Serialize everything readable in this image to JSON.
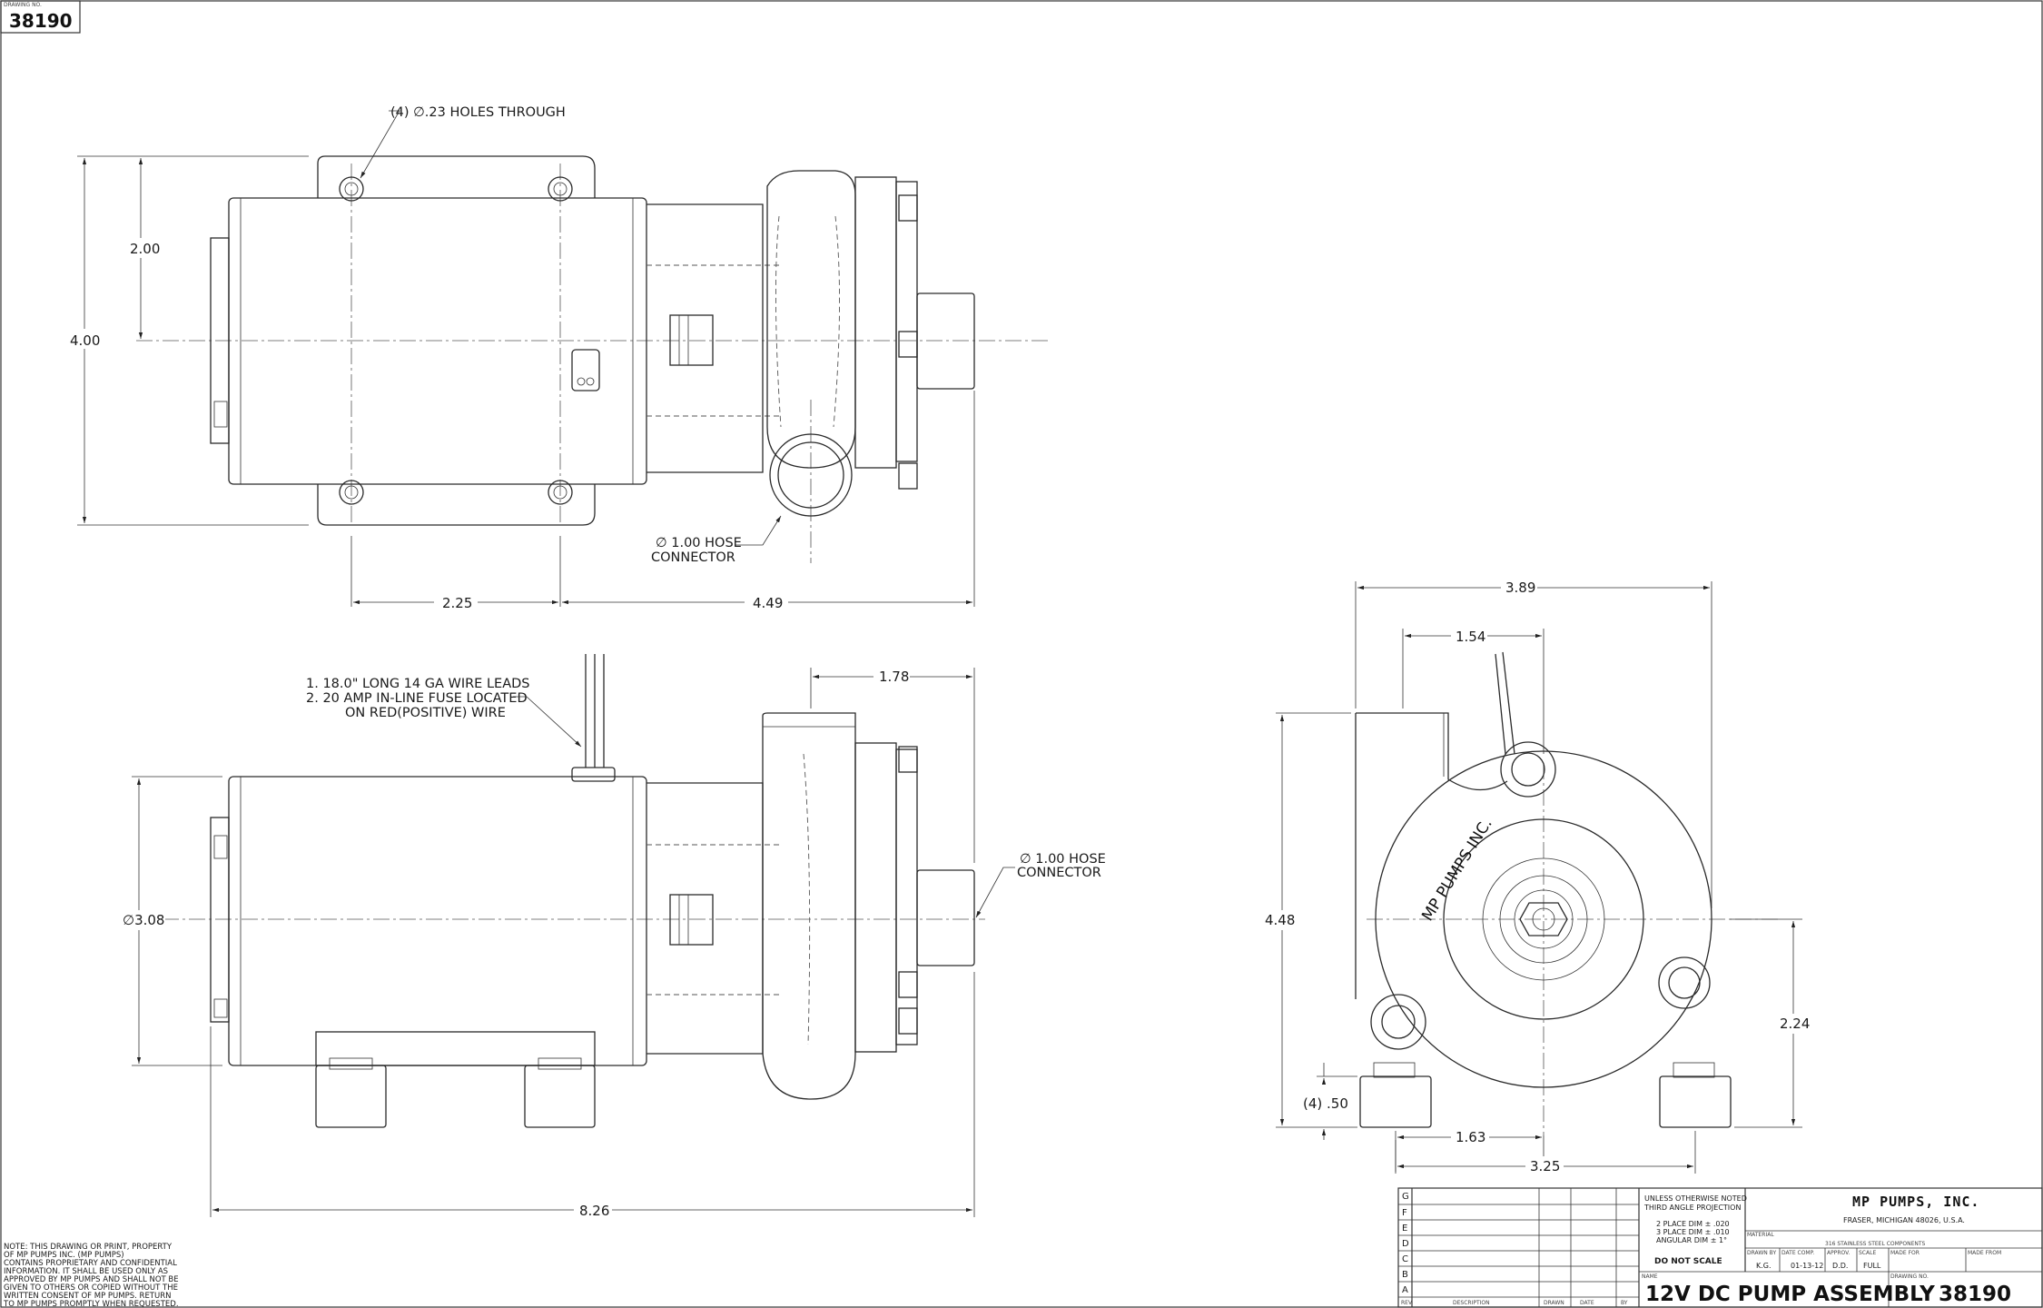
{
  "drawing": {
    "corner_label": "DRAWING NO.",
    "corner_number": "38190",
    "top_view": {
      "holes_note": "(4)  ∅.23 HOLES THROUGH",
      "dim_height_total": "4.00",
      "dim_height_half": "2.00",
      "hose_note_line1": "∅ 1.00 HOSE",
      "hose_note_line2": "CONNECTOR",
      "dim_hole_spacing": "2.25",
      "dim_hole_to_end": "4.49"
    },
    "side_view": {
      "wire_note_line1": "1.  18.0\" LONG 14 GA WIRE LEADS",
      "wire_note_line2": "2.  20 AMP IN-LINE FUSE LOCATED",
      "wire_note_line3": "ON RED(POSITIVE) WIRE",
      "dim_diameter": "∅3.08",
      "dim_outlet": "1.78",
      "hose_note_line1": "∅ 1.00 HOSE",
      "hose_note_line2": "CONNECTOR",
      "dim_overall_length": "8.26"
    },
    "end_view": {
      "dim_width_total": "3.89",
      "dim_outlet_offset": "1.54",
      "dim_height_total": "4.48",
      "dim_center_height": "2.24",
      "dim_foot_height": "(4) .50",
      "dim_center_offset": "1.63",
      "dim_foot_span": "3.25",
      "brand_text": "MP PUMPS INC."
    },
    "note": [
      "NOTE: THIS DRAWING OR PRINT, PROPERTY",
      "OF MP PUMPS INC. (MP PUMPS)",
      "CONTAINS PROPRIETARY AND CONFIDENTIAL",
      "INFORMATION. IT SHALL BE USED ONLY AS",
      "APPROVED BY MP PUMPS AND SHALL NOT BE",
      "GIVEN TO OTHERS OR COPIED WITHOUT THE",
      "WRITTEN CONSENT OF MP PUMPS. RETURN",
      "TO MP PUMPS PROMPTLY WHEN REQUESTED."
    ],
    "title_block": {
      "revision_rows": [
        "G",
        "F",
        "E",
        "D",
        "C",
        "B",
        "A"
      ],
      "rev_headers": [
        "REV",
        "DESCRIPTION",
        "DRAWN",
        "DATE",
        "BY"
      ],
      "tolerance_line1": "UNLESS OTHERWISE NOTED",
      "tolerance_line2": "THIRD ANGLE PROJECTION",
      "tolerance_line3": "2 PLACE DIM ± .020",
      "tolerance_line4": "3 PLACE DIM ± .010",
      "tolerance_line5": "ANGULAR DIM ± 1°",
      "do_not_scale": "DO NOT SCALE",
      "company": "MP PUMPS, INC.",
      "address": "FRASER, MICHIGAN 48026, U.S.A.",
      "material_label": "MATERIAL",
      "material": "316 STAINLESS STEEL COMPONENTS",
      "drawn_by_label": "DRAWN BY",
      "drawn_by": "K.G.",
      "date_label": "DATE COMP.",
      "date": "01-13-12",
      "approved_label": "APPROV.",
      "approved": "D.D.",
      "scale_label": "SCALE",
      "scale": "FULL",
      "made_for_label": "MADE FOR",
      "made_from_label": "MADE FROM",
      "name_label": "NAME",
      "title": "12V DC PUMP ASSEMBLY",
      "drawing_no_label": "DRAWING NO.",
      "drawing_no": "38190"
    }
  }
}
